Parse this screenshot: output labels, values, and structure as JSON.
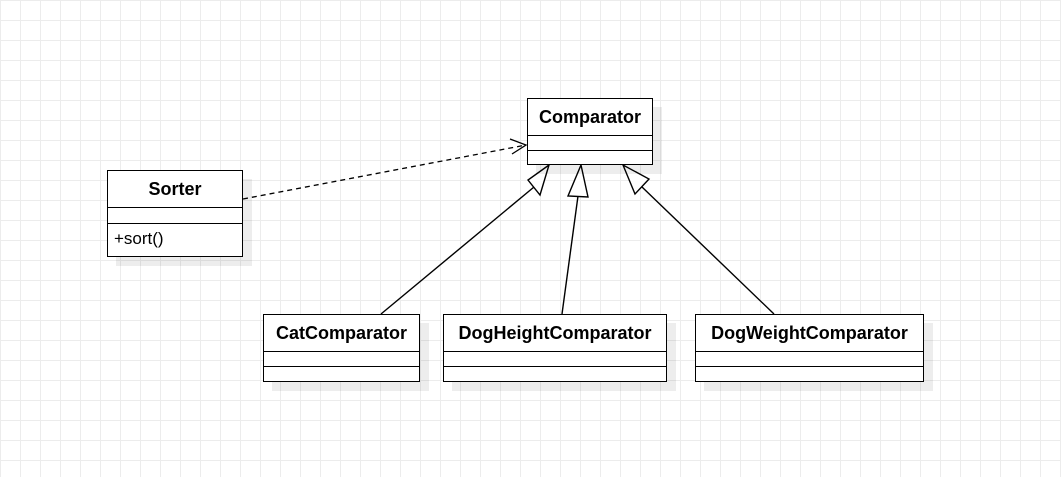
{
  "colors": {
    "line": "#000000",
    "background": "#ffffff",
    "grid": "#ececec"
  },
  "classes": {
    "comparator": {
      "name": "Comparator",
      "attributes": [],
      "methods": []
    },
    "sorter": {
      "name": "Sorter",
      "attributes": [],
      "methods": [
        "+sort()"
      ]
    },
    "cat_comparator": {
      "name": "CatComparator",
      "attributes": [],
      "methods": []
    },
    "dog_height_comparator": {
      "name": "DogHeightComparator",
      "attributes": [],
      "methods": []
    },
    "dog_weight_comparator": {
      "name": "DogWeightComparator",
      "attributes": [],
      "methods": []
    }
  },
  "relations": [
    {
      "type": "dependency",
      "from": "Sorter",
      "to": "Comparator",
      "style": "dashed-open-arrow"
    },
    {
      "type": "realization",
      "from": "CatComparator",
      "to": "Comparator",
      "style": "solid-hollow-triangle"
    },
    {
      "type": "realization",
      "from": "DogHeightComparator",
      "to": "Comparator",
      "style": "solid-hollow-triangle"
    },
    {
      "type": "realization",
      "from": "DogWeightComparator",
      "to": "Comparator",
      "style": "solid-hollow-triangle"
    }
  ]
}
